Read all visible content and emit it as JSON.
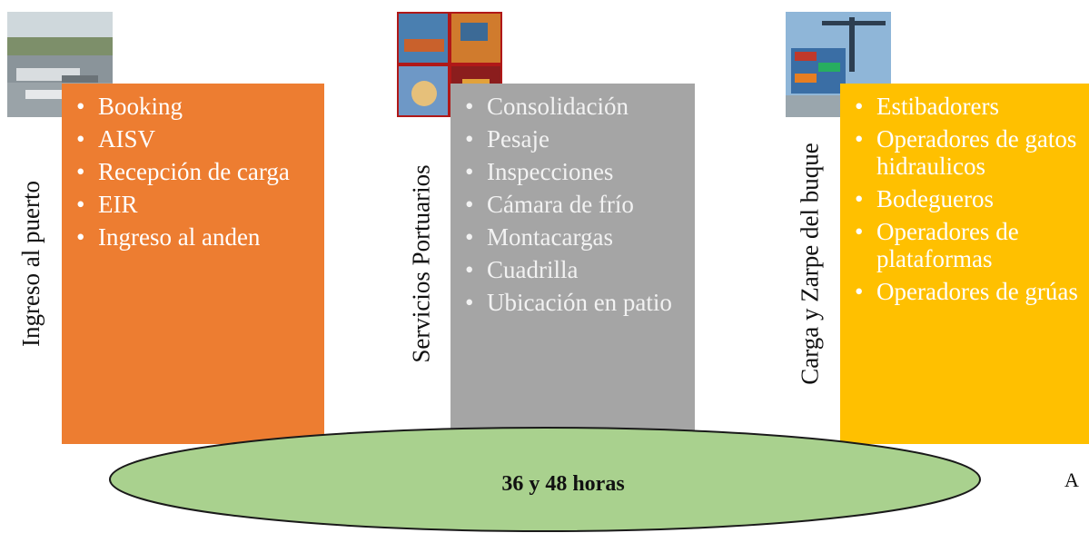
{
  "columns": [
    {
      "id": "ingreso",
      "label": "Ingreso al puerto",
      "color": "#ed7d31",
      "items": [
        "Booking",
        "AISV",
        "Recepción de carga",
        "EIR",
        "Ingreso al anden"
      ]
    },
    {
      "id": "servicios",
      "label": "Servicios Portuarios",
      "color": "#a5a5a5",
      "items": [
        "Consolidación",
        "Pesaje",
        "Inspecciones",
        "Cámara de frío",
        "Montacargas",
        "Cuadrilla",
        "Ubicación en patio"
      ]
    },
    {
      "id": "carga",
      "label": "Carga y Zarpe del buque",
      "color": "#ffc000",
      "items": [
        "Estibadorers",
        "Operadores de gatos hidraulicos",
        "Bodegueros",
        "Operadores de plataformas",
        "Operadores de grúas"
      ]
    }
  ],
  "bullet": "•",
  "ellipse": {
    "text": "36 y 48 horas",
    "fill": "#a9d18e"
  },
  "corner_text": "A"
}
